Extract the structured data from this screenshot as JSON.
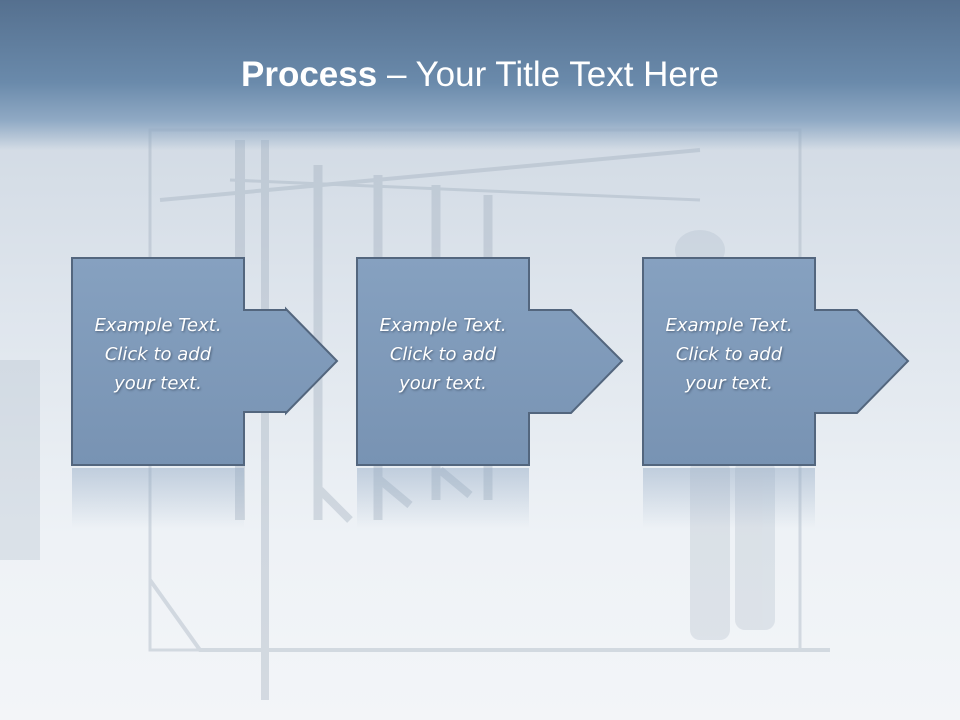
{
  "title": {
    "bold": "Process",
    "separator": " – ",
    "rest": "Your Title Text Here"
  },
  "steps": [
    {
      "line1": "Example Text.",
      "line2": "Click  to add",
      "line3": "your text."
    },
    {
      "line1": "Example Text.",
      "line2": "Click  to add",
      "line3": "your text."
    },
    {
      "line1": "Example Text.",
      "line2": "Click  to add",
      "line3": "your text."
    }
  ],
  "colors": {
    "title_bar": "#6a8aab",
    "box_fill": "#7f9bbb",
    "box_stroke": "#51637a",
    "title_text": "#ffffff"
  }
}
